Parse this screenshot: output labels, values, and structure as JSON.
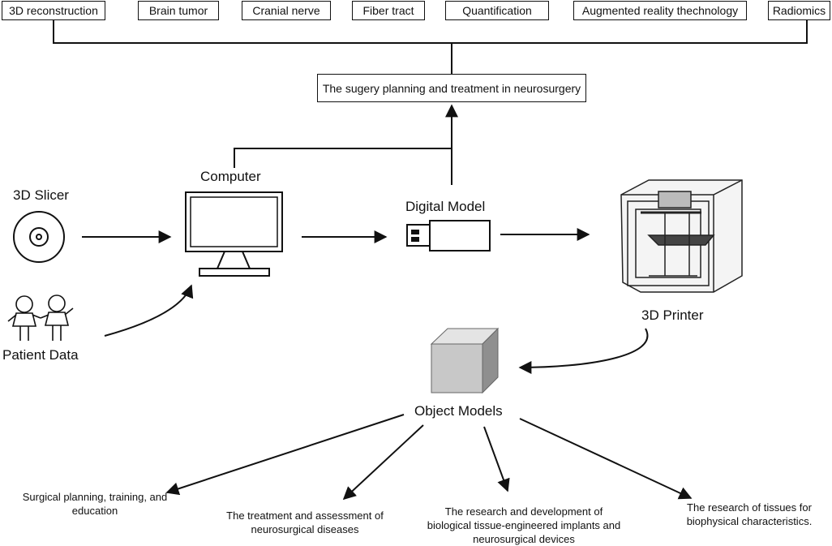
{
  "topics": [
    "3D reconstruction",
    "Brain tumor",
    "Cranial nerve",
    "Fiber tract",
    "Quantification",
    "Augmented reality thechnology",
    "Radiomics"
  ],
  "planning_box": "The sugery planning and treatment in neurosurgery",
  "nodes": {
    "slicer": "3D Slicer",
    "patient": "Patient Data",
    "computer": "Computer",
    "digital_model": "Digital Model",
    "printer": "3D Printer",
    "object_models": "Object Models"
  },
  "outcomes": [
    "Surgical planning, training, and education",
    "The treatment and assessment of neurosurgical diseases",
    "The research and development of biological tissue-engineered implants and neurosurgical devices",
    "The research of tissues for biophysical characteristics."
  ]
}
